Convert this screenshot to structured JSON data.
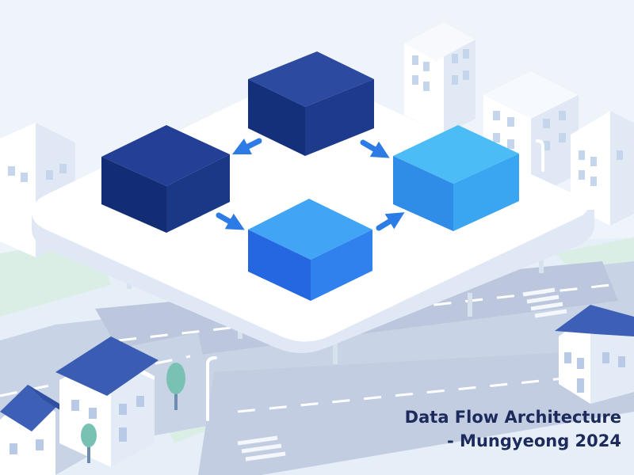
{
  "title": {
    "line1": "Data Flow Architecture",
    "line2": "- Mungyeong 2024"
  },
  "colors": {
    "background": "#eef4fa",
    "platform_top": "#ffffff",
    "platform_side": "#dfe8f4",
    "node_dark": "#1f3d8f",
    "node_blue": "#2f86f0",
    "node_light": "#3aaaf2",
    "arrow": "#2d7be5",
    "building": "#ffffff",
    "roof": "#3f64b8",
    "road": "#bcc7de",
    "title_text": "#1c2a5c"
  },
  "nodes": [
    {
      "name": "top-node",
      "tone": "dark"
    },
    {
      "name": "left-node",
      "tone": "dark"
    },
    {
      "name": "right-node",
      "tone": "light"
    },
    {
      "name": "bottom-node",
      "tone": "blue"
    }
  ],
  "flows": [
    {
      "from": "top-node",
      "to": "left-node"
    },
    {
      "from": "top-node",
      "to": "right-node"
    },
    {
      "from": "left-node",
      "to": "bottom-node"
    },
    {
      "from": "bottom-node",
      "to": "right-node"
    }
  ]
}
